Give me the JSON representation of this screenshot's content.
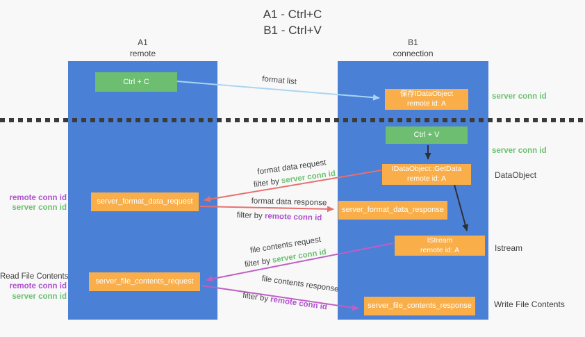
{
  "title": {
    "line1": "A1 - Ctrl+C",
    "line2": "B1 - Ctrl+V"
  },
  "lanes": {
    "a1": {
      "name": "A1",
      "subtitle": "remote"
    },
    "b1": {
      "name": "B1",
      "subtitle": "connection"
    }
  },
  "nodes": {
    "ctrl_c": "Ctrl + C",
    "ctrl_v": "Ctrl + V",
    "save_dataobject": {
      "line1": "保存IDataObject",
      "line2": "remote id: A"
    },
    "getdata": {
      "line1": "IDataObject::GetData",
      "line2": "remote id: A"
    },
    "istream": {
      "line1": "IStream",
      "line2": "remote id: A"
    },
    "format_request": "server_format_data_request",
    "format_response": "server_format_data_response",
    "file_request": "server_file_contents_request",
    "file_response": "server_file_contents_response"
  },
  "arrow_labels": {
    "format_list": "format list",
    "format_data_request": "format data request",
    "format_data_response": "format data response",
    "file_contents_request": "file contents request",
    "file_contents_response": "file contents response",
    "filter_by": "filter by ",
    "server_conn_id": "server conn id",
    "remote_conn_id": "remote conn id"
  },
  "annotations": {
    "server_conn_id_top": "server conn id",
    "server_conn_id_mid": "server conn id",
    "data_object": "DataObject",
    "istream": "Istream",
    "write_file_contents": "Write File Contents",
    "read_file_contents": "Read File Contents",
    "remote_conn_id": "remote conn id",
    "server_conn_id": "server conn id"
  },
  "colors": {
    "lane_blue": "#4a80d6",
    "node_green": "#6dbe71",
    "node_orange": "#f9ae49",
    "text_green": "#6dc073",
    "text_purple": "#b050d0",
    "arrow_red": "#e8706d",
    "arrow_magenta": "#c05fc4",
    "arrow_light_blue": "#a9d5f2",
    "arrow_black": "#2f2f2f",
    "background": "#f8f8f8"
  }
}
